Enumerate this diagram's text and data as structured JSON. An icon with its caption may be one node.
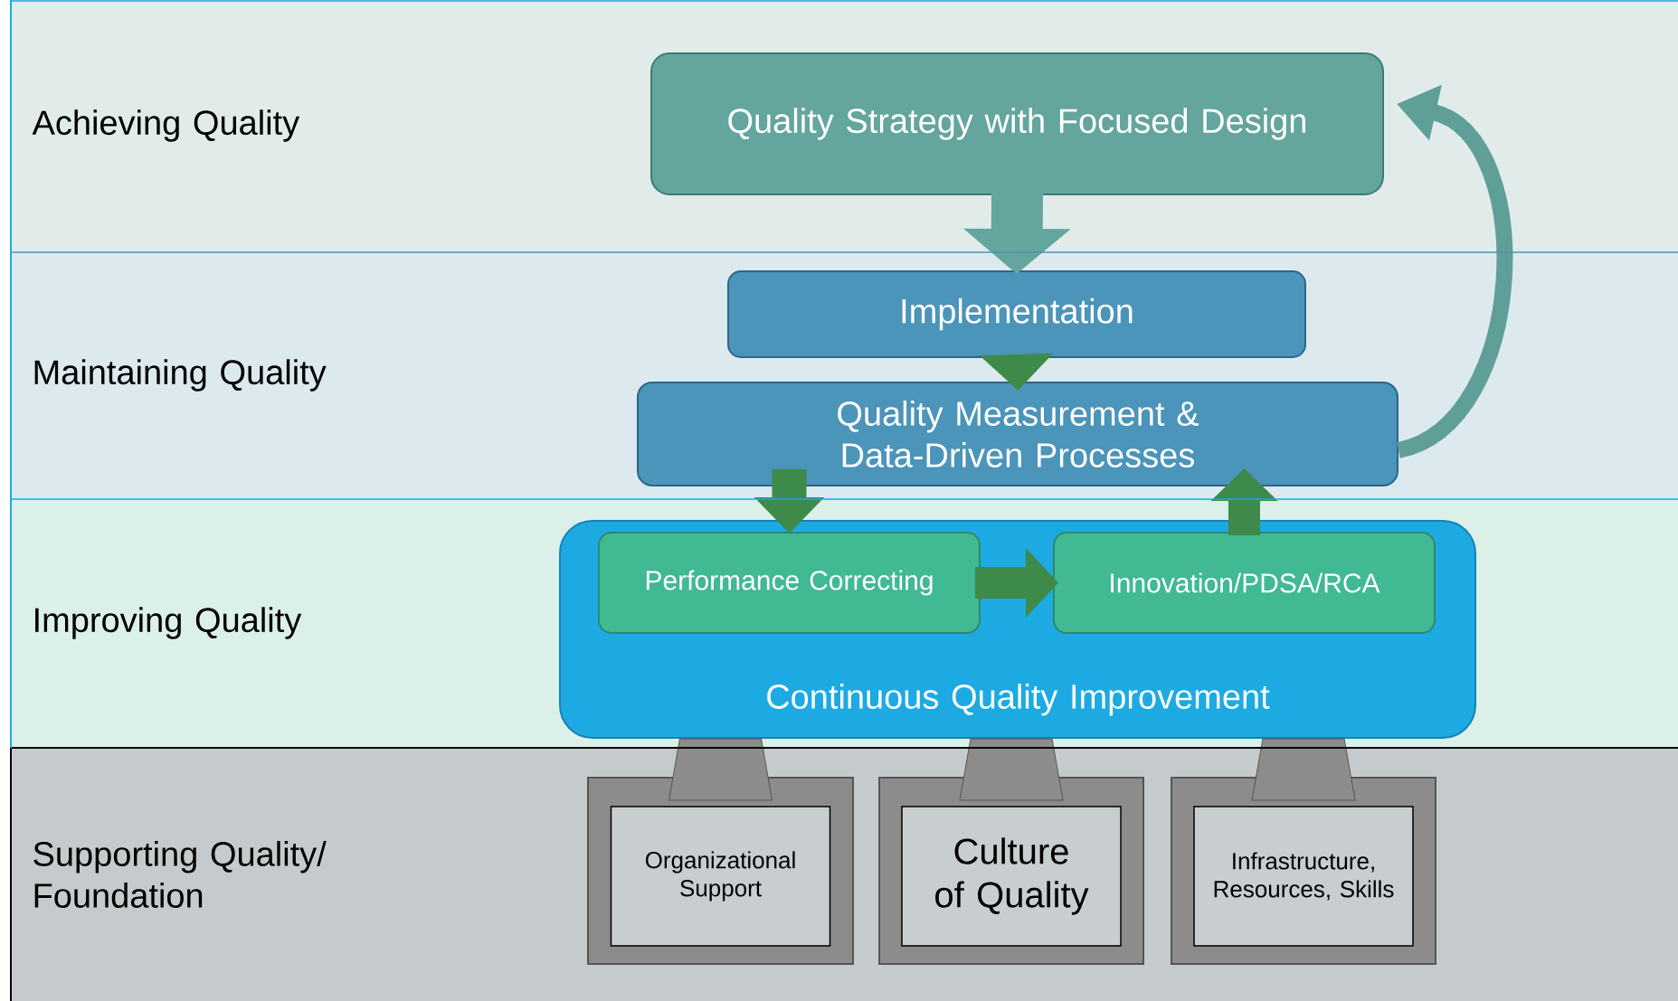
{
  "diagram": {
    "nodes": [
      {
        "text": [
          "Achieving Quality"
        ]
      },
      {
        "text": [
          "Maintaining Quality"
        ]
      },
      {
        "text": [
          "Improving Quality"
        ]
      },
      {
        "text": [
          "Supporting Quality/ Foundation"
        ]
      },
      {
        "text": [
          "Quality Strategy with Focused Design"
        ],
        "in": 0
      },
      {
        "text": [
          "Implementation"
        ],
        "in": 1
      },
      {
        "text": [
          "Quality Measurement & Data-Driven Processes"
        ],
        "in": 1
      },
      {
        "text": [
          "Continuous Quality Improvement"
        ],
        "in": 2
      },
      {
        "text": [
          "Performance Correcting"
        ],
        "in": 7
      },
      {
        "text": [
          "Innovation/PDSA/RCA"
        ],
        "in": 7
      },
      {
        "text": [
          "Organizational Support"
        ],
        "in": 3
      },
      {
        "text": [
          "Culture of Quality"
        ],
        "in": 3
      },
      {
        "text": [
          "Infrastructure, Resources, Skills"
        ],
        "in": 3
      }
    ],
    "edges": [
      {
        "from": 4,
        "to": 5,
        "arrow": "to",
        "color": "#64a59e"
      },
      {
        "from": 5,
        "to": 6,
        "arrow": "to"
      },
      {
        "from": 6,
        "to": 8,
        "arrow": "to"
      },
      {
        "from": 8,
        "to": 9,
        "arrow": "to"
      },
      {
        "from": 9,
        "to": 6,
        "arrow": "to"
      },
      {
        "from": 6,
        "to": 4,
        "arrow": "to",
        "color": "#5f9f98"
      },
      {
        "from": 10,
        "to": 7,
        "arrow": "none",
        "color": "#8c8c8c"
      },
      {
        "from": 11,
        "to": 7,
        "arrow": "none",
        "color": "#8c8c8c"
      },
      {
        "from": 12,
        "to": 7,
        "arrow": "none",
        "color": "#8c8c8c"
      }
    ]
  }
}
